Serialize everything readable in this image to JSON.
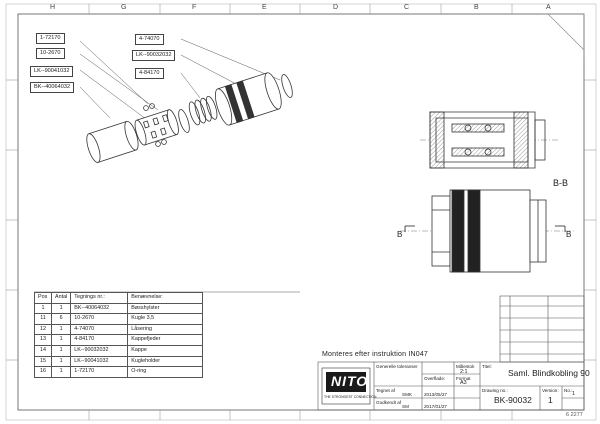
{
  "grid": {
    "columns": [
      "H",
      "G",
      "F",
      "E",
      "D",
      "C",
      "B",
      "A"
    ]
  },
  "callouts": [
    "1-72170",
    "10-2670",
    "LK--90041032",
    "BK--40064032",
    "4-74070",
    "LK--90032032",
    "4-84170"
  ],
  "section": {
    "label": "B-B",
    "marker": "B"
  },
  "note": "Monteres efter instruktion IN047",
  "bom": {
    "headers": [
      "Pos",
      "Antal",
      "Tegnings nr.:",
      "Benævnelse:"
    ],
    "rows": [
      [
        "16",
        "1",
        "1-72170",
        "O-ring"
      ],
      [
        "15",
        "1",
        "LK--90041032",
        "Kugleholder"
      ],
      [
        "14",
        "1",
        "LK--90032032",
        "Kappe"
      ],
      [
        "13",
        "1",
        "4-84170",
        "Kappefjeder"
      ],
      [
        "12",
        "1",
        "4-74070",
        "Låsering"
      ],
      [
        "11",
        "6",
        "10-2670",
        "Kugle 3,5"
      ],
      [
        "1",
        "1",
        "BK--40064032",
        "Bøsshylster"
      ]
    ]
  },
  "titleblock": {
    "logo": "NITO",
    "logo_sub": "THE STRONGEST CONNECTION",
    "title": "Saml. Blindkobling 90",
    "title_label": "Titel:",
    "drawing_no_label": "Drawing no.:",
    "drawing_no": "BK-90032",
    "version_label": "Version:",
    "version": "1",
    "sheet_label": "No.:",
    "sheet": "1",
    "scale_label": "Målestok",
    "scale": "2:1",
    "format_label": "Format",
    "format": "A3",
    "surface_label": "Overflade:",
    "drawn_label": "Tegnet af",
    "drawn_by": "SMK",
    "drawn_date": "2013/05/27",
    "approved_label": "Godkendt af",
    "approved_by": "SM",
    "approved_date": "2017/01/27",
    "tolerance_label": "Generelle toleranser",
    "file_code": "6 2277"
  }
}
